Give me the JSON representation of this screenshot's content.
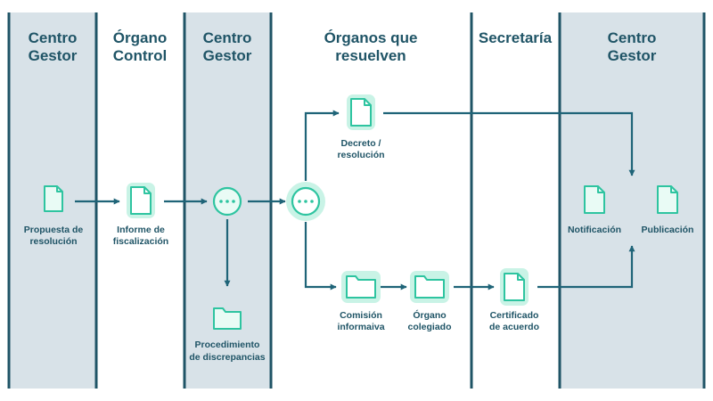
{
  "colors": {
    "lane_shaded": "#d8e2e8",
    "lane_border": "#1f5466",
    "line": "#1f6478",
    "icon_stroke": "#2ec4a0",
    "icon_fill": "#e9fbf5",
    "icon_glow": "#c9f3e6",
    "text": "#1f5466"
  },
  "lanes": [
    {
      "title_line1": "Centro",
      "title_line2": "Gestor"
    },
    {
      "title_line1": "Órgano",
      "title_line2": "Control"
    },
    {
      "title_line1": "Centro",
      "title_line2": "Gestor"
    },
    {
      "title_line1": "Órganos que",
      "title_line2": "resuelven"
    },
    {
      "title_line1": "Secretaría",
      "title_line2": ""
    },
    {
      "title_line1": "Centro",
      "title_line2": "Gestor"
    }
  ],
  "nodes": {
    "propuesta": {
      "icon": "document-icon",
      "line1": "Propuesta de",
      "line2": "resolución"
    },
    "informe": {
      "icon": "document-icon",
      "line1": "Informe de",
      "line2": "fiscalización"
    },
    "decision1": {
      "icon": "more-dots-icon"
    },
    "procedimiento": {
      "icon": "folder-icon",
      "line1": "Procedimiento",
      "line2": "de discrepancias"
    },
    "decision2": {
      "icon": "more-dots-icon"
    },
    "decreto": {
      "icon": "document-icon",
      "line1": "Decreto /",
      "line2": "resolución"
    },
    "comision": {
      "icon": "folder-icon",
      "line1": "Comisión",
      "line2": "informaiva"
    },
    "organo": {
      "icon": "folder-icon",
      "line1": "Órgano",
      "line2": "colegiado"
    },
    "certificado": {
      "icon": "document-icon",
      "line1": "Certificado",
      "line2": "de acuerdo"
    },
    "notificacion": {
      "icon": "document-icon",
      "line1": "Notificación"
    },
    "publicacion": {
      "icon": "document-icon",
      "line1": "Publicación"
    }
  }
}
